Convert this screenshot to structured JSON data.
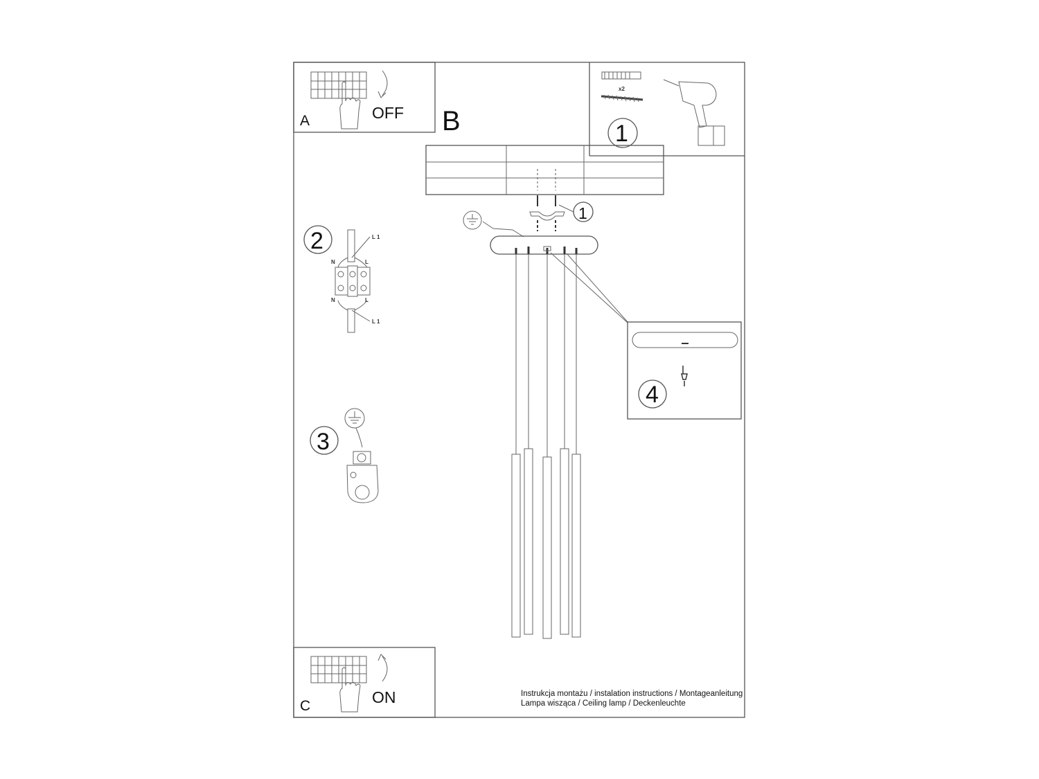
{
  "panels": {
    "a": {
      "letter": "A",
      "action": "OFF"
    },
    "b": {
      "letter": "B"
    },
    "c": {
      "letter": "C",
      "action": "ON"
    }
  },
  "steps": {
    "tools": {
      "number": "1",
      "dowel_qty": "x2"
    },
    "mount_callout": "1",
    "wiring": {
      "number": "2",
      "labels": {
        "l1_top": "L 1",
        "n_top": "N",
        "l_top": "L",
        "n_bottom": "N",
        "l_bottom": "L",
        "l1_bottom": "L 1"
      }
    },
    "ground": {
      "number": "3"
    },
    "detail": {
      "number": "4"
    }
  },
  "footer": {
    "line1": "Instrukcja montażu / instalation instructions / Montageanleitung",
    "line2": "Lampa wisząca / Ceiling lamp / Deckenleuchte"
  }
}
